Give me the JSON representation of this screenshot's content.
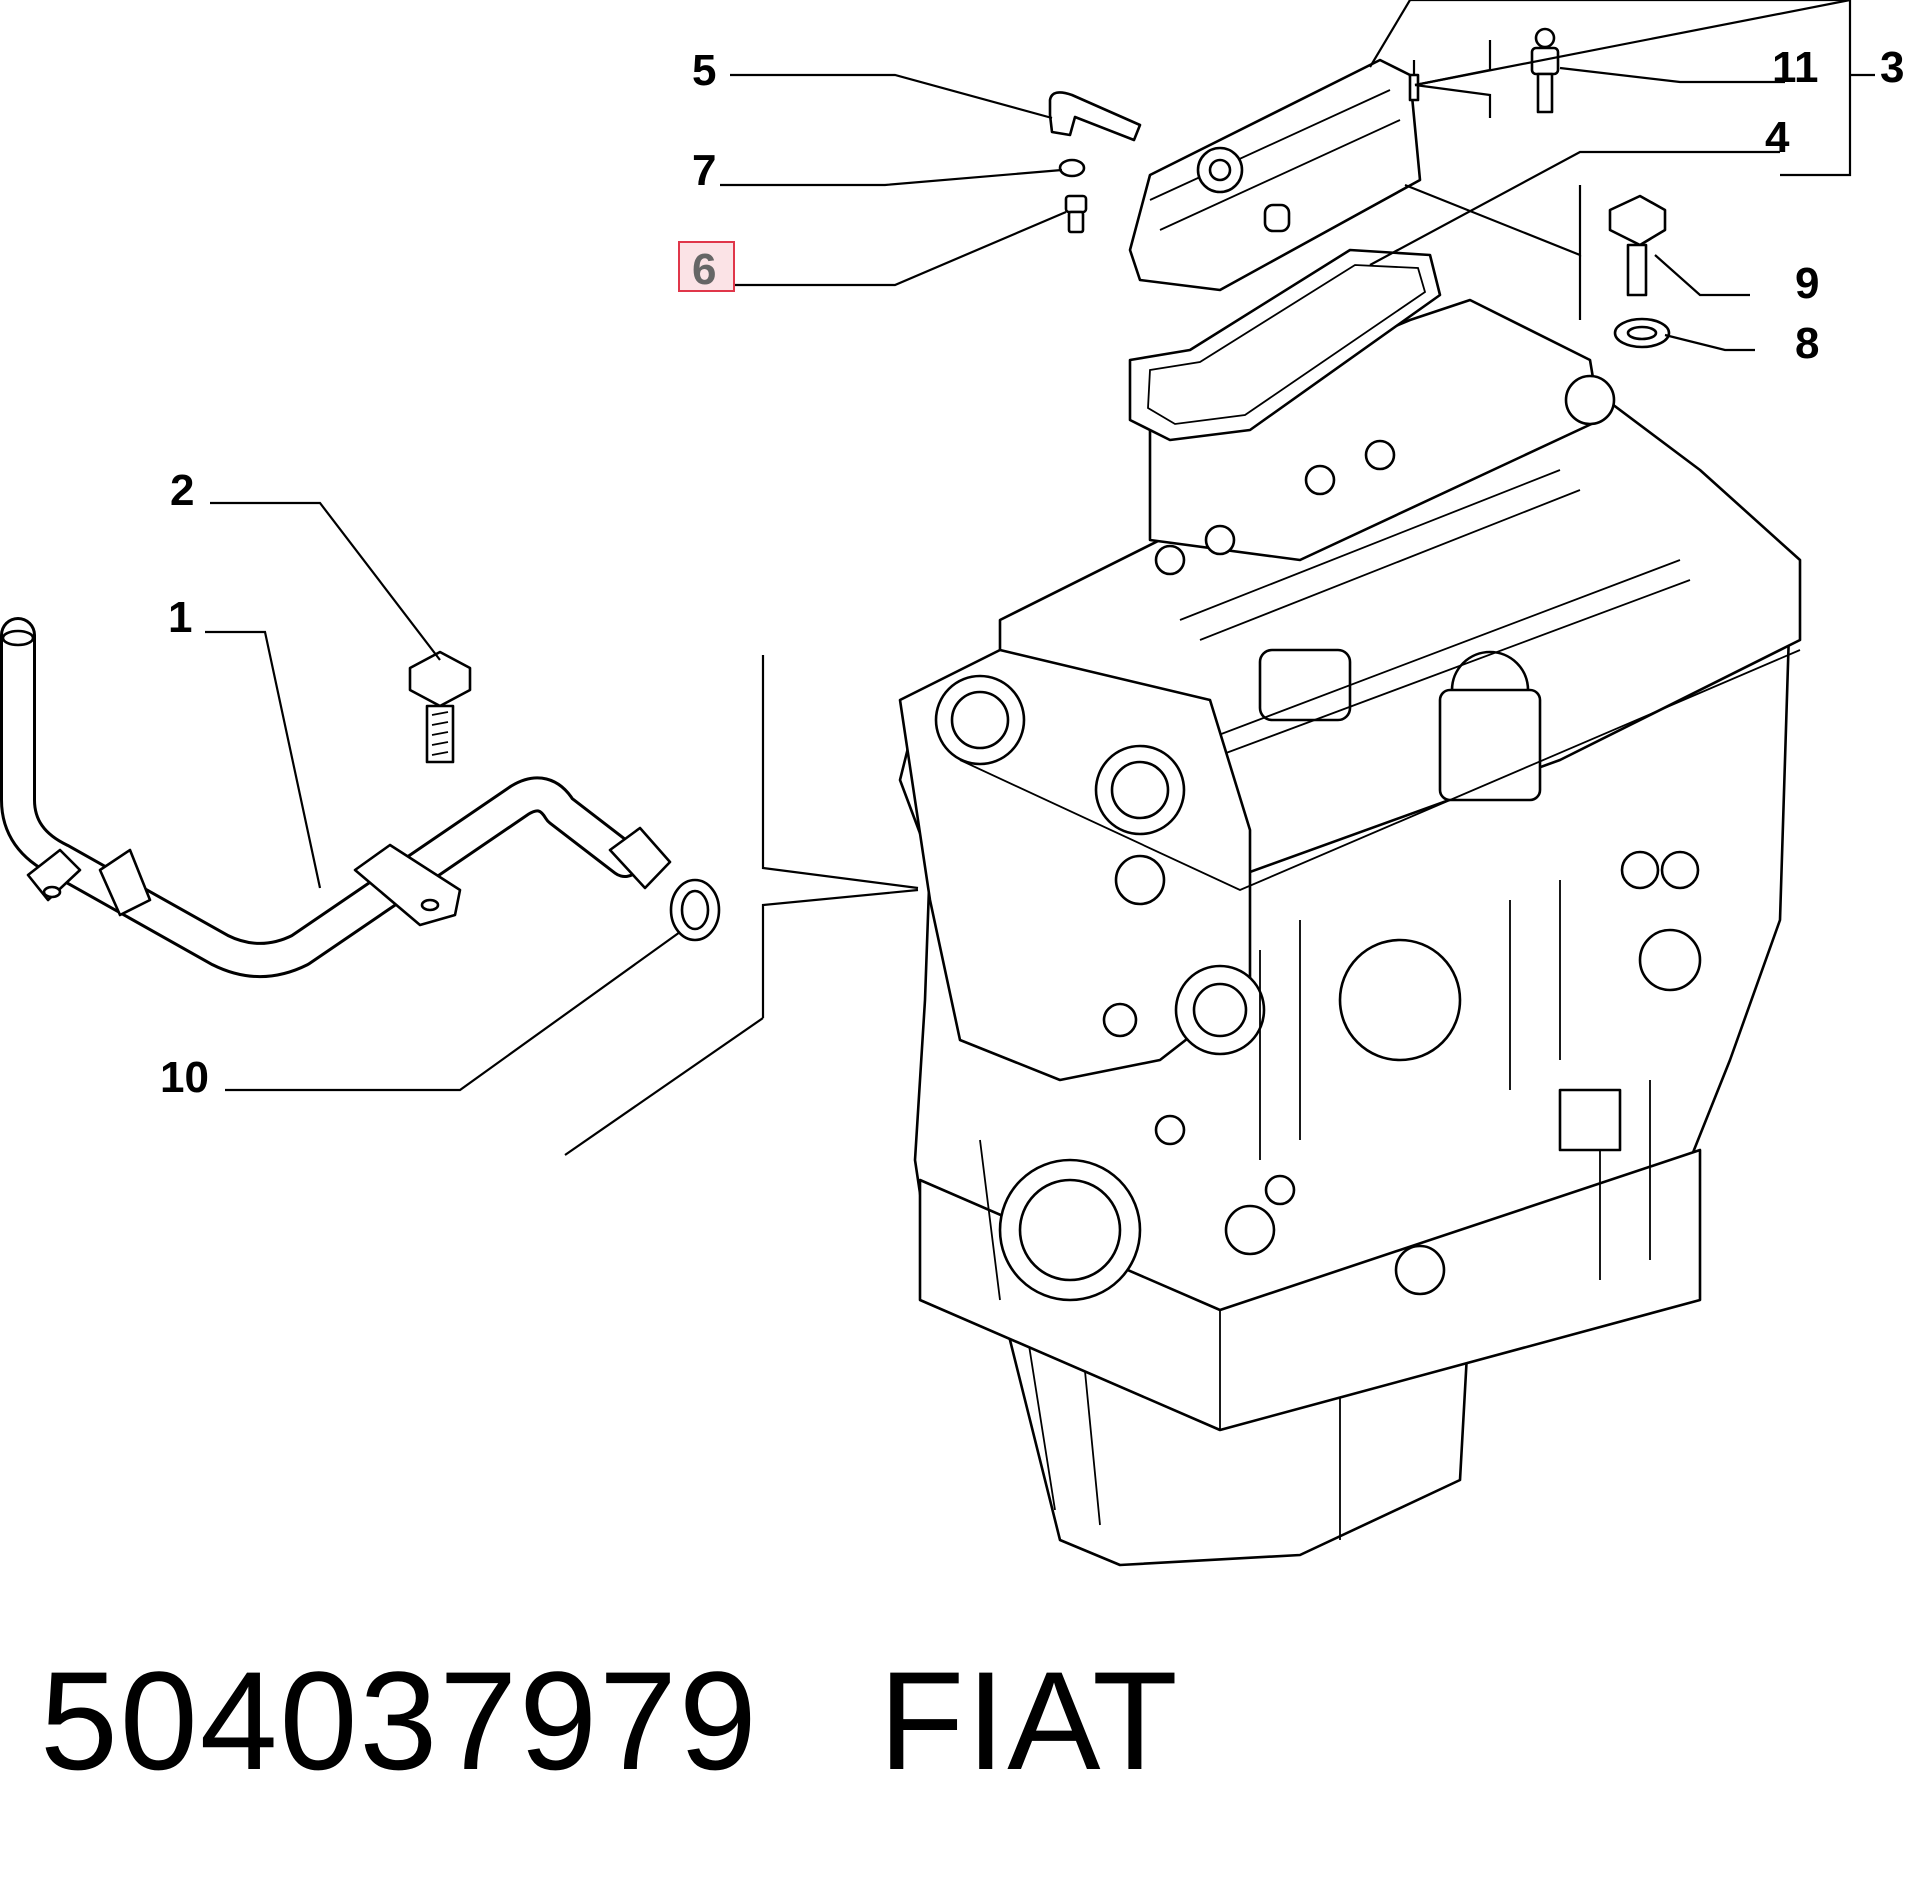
{
  "callouts": {
    "c1": "1",
    "c2": "2",
    "c3": "3",
    "c4": "4",
    "c5": "5",
    "c6": "6",
    "c7": "7",
    "c8": "8",
    "c9": "9",
    "c10": "10",
    "c11": "11"
  },
  "highlighted_callout": "6",
  "footer": {
    "part_number": "504037979",
    "brand": "FIAT"
  }
}
